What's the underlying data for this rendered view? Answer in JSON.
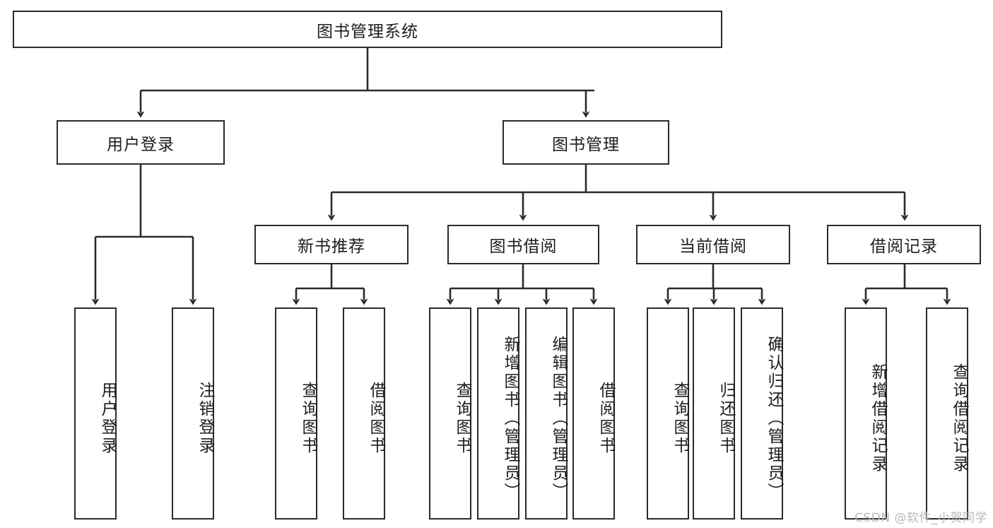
{
  "diagram": {
    "type": "tree-hierarchy-chart",
    "title": "图书管理系统",
    "orientation": "top-down",
    "colors": {
      "box_border": "#2b2b2b",
      "box_fill": "#ffffff",
      "connector": "#2b2b2b",
      "background": "#ffffff",
      "watermark": "#b9b9b9"
    },
    "nodes": {
      "root": {
        "label": "图书管理系统"
      },
      "level2": [
        {
          "id": "user-login",
          "label": "用户登录"
        },
        {
          "id": "book-management",
          "label": "图书管理"
        }
      ],
      "level3": [
        {
          "id": "new-book-recommend",
          "label": "新书推荐",
          "parent": "book-management"
        },
        {
          "id": "book-borrow",
          "label": "图书借阅",
          "parent": "book-management"
        },
        {
          "id": "current-borrow",
          "label": "当前借阅",
          "parent": "book-management"
        },
        {
          "id": "borrow-record",
          "label": "借阅记录",
          "parent": "book-management"
        }
      ],
      "leaves": [
        {
          "id": "leaf-user-login",
          "label": "用户登录",
          "parent": "user-login"
        },
        {
          "id": "leaf-logout-login",
          "label": "注销登录",
          "parent": "user-login"
        },
        {
          "id": "leaf-query-book-1",
          "label": "查询图书",
          "parent": "new-book-recommend"
        },
        {
          "id": "leaf-borrow-book-1",
          "label": "借阅图书",
          "parent": "new-book-recommend"
        },
        {
          "id": "leaf-query-book-2",
          "label": "查询图书",
          "parent": "book-borrow"
        },
        {
          "id": "leaf-add-book",
          "label": "新增图书（管理员）",
          "parent": "book-borrow"
        },
        {
          "id": "leaf-edit-book",
          "label": "编辑图书（管理员）",
          "parent": "book-borrow"
        },
        {
          "id": "leaf-borrow-book-2",
          "label": "借阅图书",
          "parent": "book-borrow"
        },
        {
          "id": "leaf-query-book-3",
          "label": "查询图书",
          "parent": "current-borrow"
        },
        {
          "id": "leaf-return-book",
          "label": "归还图书",
          "parent": "current-borrow"
        },
        {
          "id": "leaf-confirm-return",
          "label": "确认归还（管理员）",
          "parent": "current-borrow"
        },
        {
          "id": "leaf-add-borrow-record",
          "label": "新增借阅记录",
          "parent": "borrow-record"
        },
        {
          "id": "leaf-query-borrow-record",
          "label": "查询借阅记录",
          "parent": "borrow-record"
        }
      ]
    },
    "watermark": "CSDN @软件_小贺同学"
  }
}
